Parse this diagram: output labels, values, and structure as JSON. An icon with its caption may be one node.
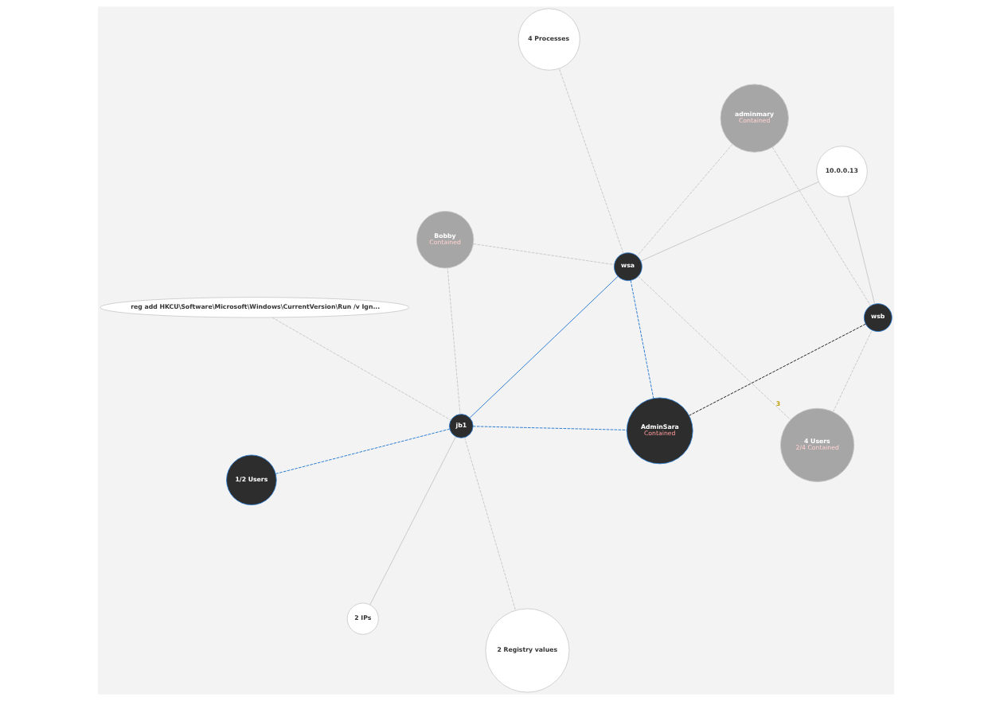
{
  "diagram": {
    "nodes": [
      {
        "text": [
          "adminmary",
          "Contained"
        ]
      },
      {
        "text": [
          "10.0.0.13"
        ]
      },
      {
        "text": [
          "2 IPs"
        ]
      },
      {
        "text": [
          "wsa"
        ]
      },
      {
        "text": [
          "4 Processes"
        ]
      },
      {
        "text": [
          "reg add HKCU\\Software\\Microsoft\\Windows\\CurrentVersion\\Run /v Ign..."
        ]
      },
      {
        "text": [
          "jb1"
        ]
      },
      {
        "text": [
          "AdminSara",
          "Contained"
        ]
      },
      {
        "text": [
          "Bobby",
          "Contained"
        ]
      },
      {
        "text": [
          "4 Users",
          "2/4 Contained"
        ],
        "beside": [
          "3"
        ]
      },
      {
        "text": [
          "2 Registry values"
        ]
      },
      {
        "text": [
          "1/2 Users"
        ]
      },
      {
        "text": [
          "wsb"
        ]
      }
    ],
    "edges": [
      {
        "from": 0,
        "to": 3,
        "arrow": "none",
        "style": "dashed"
      },
      {
        "from": 0,
        "to": 12,
        "arrow": "none",
        "style": "dashed"
      },
      {
        "from": 1,
        "to": 3,
        "arrow": "none"
      },
      {
        "from": 1,
        "to": 12,
        "arrow": "none"
      },
      {
        "from": 2,
        "to": 6,
        "arrow": "none"
      },
      {
        "from": 3,
        "to": 4,
        "arrow": "none",
        "style": "dashed"
      },
      {
        "from": 5,
        "to": 6,
        "arrow": "none",
        "style": "dashed"
      },
      {
        "from": 6,
        "to": 3,
        "arrow": "none",
        "color": "#2b7cd3"
      },
      {
        "from": 3,
        "to": 7,
        "arrow": "none",
        "style": "dashed",
        "color": "#2b7cd3"
      },
      {
        "from": 6,
        "to": 7,
        "arrow": "none",
        "style": "dashed",
        "color": "#2b7cd3"
      },
      {
        "from": 6,
        "to": 8,
        "arrow": "none",
        "style": "dashed"
      },
      {
        "from": 8,
        "to": 3,
        "arrow": "none",
        "style": "dashed"
      },
      {
        "from": 3,
        "to": 9,
        "arrow": "none",
        "style": "dashed"
      },
      {
        "from": 9,
        "to": 12,
        "arrow": "none",
        "style": "dashed"
      },
      {
        "from": 6,
        "to": 10,
        "arrow": "none",
        "style": "dashed"
      },
      {
        "from": 6,
        "to": 11,
        "arrow": "none",
        "style": "dashed",
        "color": "#2b7cd3"
      },
      {
        "from": 7,
        "to": 12,
        "arrow": "none",
        "style": "dashed",
        "color": "#222222"
      }
    ]
  }
}
